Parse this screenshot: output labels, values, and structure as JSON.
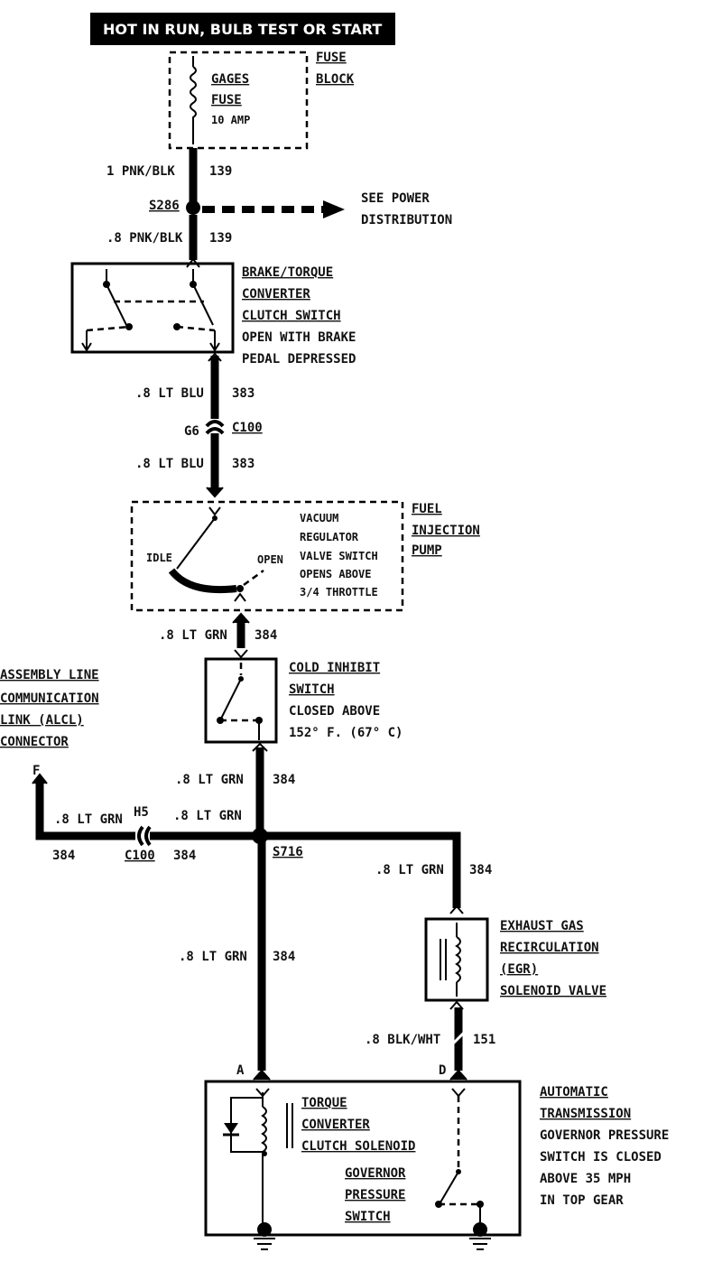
{
  "header": "HOT IN RUN,   BULB TEST OR START",
  "fuse_block": {
    "title_line1": "FUSE",
    "title_line2": "BLOCK",
    "fuse_line1": "GAGES",
    "fuse_line2": "FUSE",
    "rating": "10 AMP"
  },
  "wires": {
    "w1_gauge": "1 PNK/BLK",
    "w1_circuit": "139",
    "splice1": "S286",
    "see_power_line1": "SEE POWER",
    "see_power_line2": "DISTRIBUTION",
    "w2_gauge": ".8 PNK/BLK",
    "w2_circuit": "139",
    "w3_gauge": ".8 LT BLU",
    "w3_circuit": "383",
    "conn1_pin": "G6",
    "conn1_name": "C100",
    "w4_gauge": ".8 LT BLU",
    "w4_circuit": "383",
    "w5_gauge": ".8 LT GRN",
    "w5_circuit": "384",
    "w6_gauge": ".8 LT GRN",
    "w6_circuit": "384",
    "w7_gauge": ".8 LT GRN",
    "w7_circuit": "384",
    "w8_gauge": ".8 LT GRN",
    "w8_circuit": "384",
    "conn2_pin": "H5",
    "conn2_name": "C100",
    "splice2": "S716",
    "w9_gauge": ".8 LT GRN",
    "w9_circuit": "384",
    "w10_gauge": ".8 LT GRN",
    "w10_circuit": "384",
    "w11_gauge": ".8 BLK/WHT",
    "w11_circuit": "151",
    "pin_a": "A",
    "pin_d": "D",
    "pin_f": "F"
  },
  "brake_switch": {
    "line1": "BRAKE/TORQUE",
    "line2": "CONVERTER",
    "line3": "CLUTCH SWITCH",
    "line4": "OPEN WITH BRAKE",
    "line5": "PEDAL DEPRESSED"
  },
  "fuel_pump": {
    "title_line1": "FUEL",
    "title_line2": "INJECTION",
    "title_line3": "PUMP",
    "idle": "IDLE",
    "open": "OPEN",
    "desc_line1": "VACUUM",
    "desc_line2": "REGULATOR",
    "desc_line3": "VALVE SWITCH",
    "desc_line4": "OPENS ABOVE",
    "desc_line5": "3/4 THROTTLE"
  },
  "cold_switch": {
    "line1": "COLD INHIBIT",
    "line2": "SWITCH",
    "line3": "CLOSED ABOVE",
    "line4": "152° F. (67° C)"
  },
  "alcl": {
    "line1": "ASSEMBLY LINE",
    "line2": "COMMUNICATION",
    "line3": "LINK (ALCL)",
    "line4": "CONNECTOR"
  },
  "egr": {
    "line1": "EXHAUST GAS",
    "line2": "RECIRCULATION",
    "line3": "(EGR)",
    "line4": "SOLENOID VALVE"
  },
  "transmission": {
    "line1": "AUTOMATIC",
    "line2": "TRANSMISSION",
    "line3": "GOVERNOR PRESSURE",
    "line4": "SWITCH IS CLOSED",
    "line5": "ABOVE 35 MPH",
    "line6": "IN TOP GEAR"
  },
  "tcc": {
    "line1": "TORQUE",
    "line2": "CONVERTER",
    "line3": "CLUTCH SOLENOID"
  },
  "governor": {
    "line1": "GOVERNOR",
    "line2": "PRESSURE",
    "line3": "SWITCH"
  }
}
